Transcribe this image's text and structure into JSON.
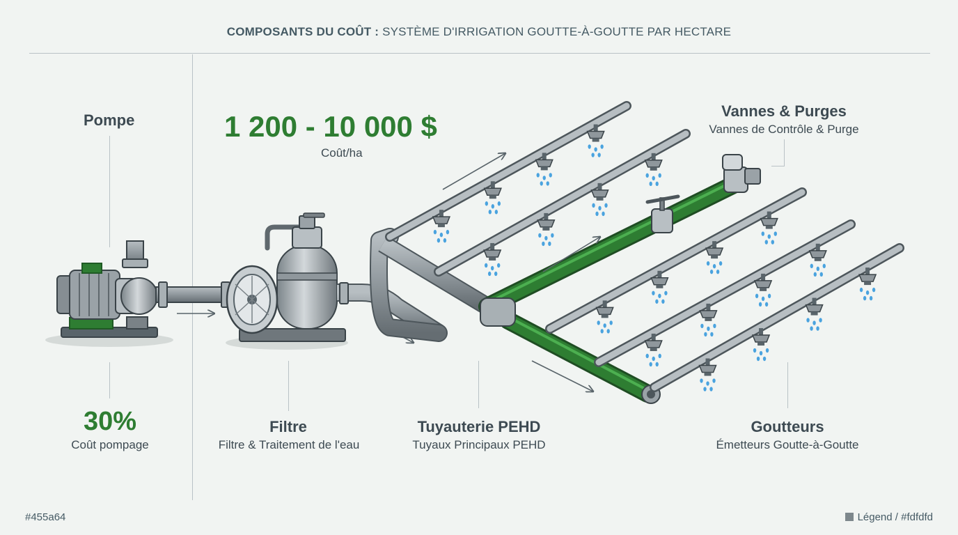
{
  "title": {
    "bold": "COMPOSANTS DU COÛT :",
    "rest": "SYSTÈME D'IRRIGATION GOUTTE-À-GOUTTE PAR HECTARE"
  },
  "cost": {
    "range": "1 200 - 10 000 $",
    "unit": "Coût/ha"
  },
  "pump": {
    "label": "Pompe",
    "percent": "30%",
    "percent_label": "Coût pompage"
  },
  "filter": {
    "label": "Filtre",
    "sub": "Filtre & Traitement de l'eau"
  },
  "pipes": {
    "label": "Tuyauterie PEHD",
    "sub": "Tuyaux Principaux PEHD"
  },
  "valves": {
    "label": "Vannes & Purges",
    "sub": "Vannes de Contrôle & Purge"
  },
  "drippers": {
    "label": "Goutteurs",
    "sub": "Émetteurs Goutte-à-Goutte"
  },
  "footer": {
    "left": "#455a64",
    "legend": "Légend / #fdfdfd"
  },
  "colors": {
    "accent_green": "#2e7d32",
    "pipe_gray": "#8f979c",
    "text": "#455a64",
    "water": "#4aa3df"
  }
}
